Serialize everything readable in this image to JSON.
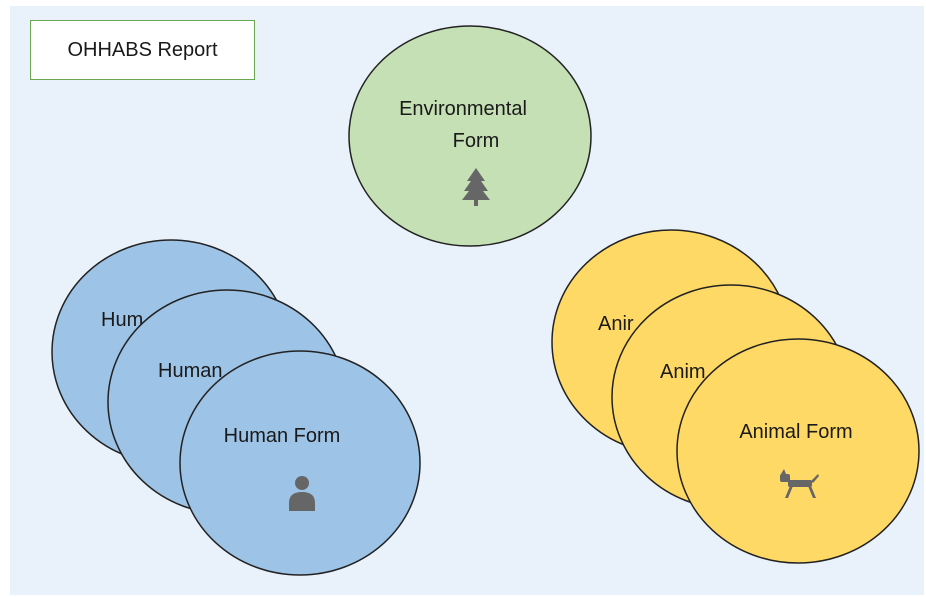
{
  "title": "OHHABS Report",
  "environmental": {
    "line1": "Environmental",
    "line2": "Form",
    "icon": "tree-icon",
    "color": "#c5e0b4"
  },
  "human": {
    "back_label": "Hum",
    "middle_label": "Human",
    "front_label": "Human Form",
    "icon": "person-icon",
    "color": "#9dc3e6"
  },
  "animal": {
    "back_label": "Anir",
    "middle_label": "Anim",
    "front_label": "Animal Form",
    "icon": "dog-icon",
    "color": "#ffd966"
  },
  "colors": {
    "background": "#e9f1fa",
    "title_border": "#6aa84f",
    "icon_gray": "#666666"
  }
}
